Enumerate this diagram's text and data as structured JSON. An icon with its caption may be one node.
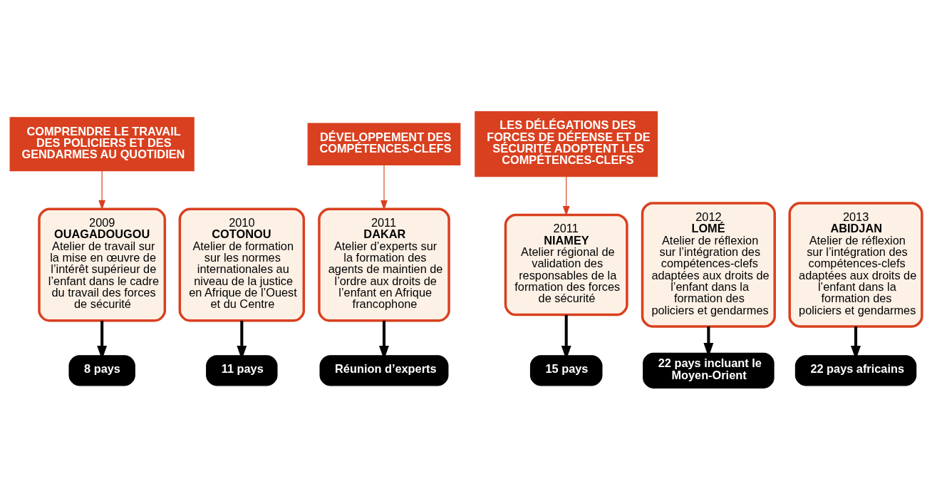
{
  "diagram": {
    "nodes": [
      {
        "text": [
          "COMPRENDRE LE TRAVAIL DES POLICIERS ET DES GENDARMES AU QUOTIDIEN"
        ]
      },
      {
        "text": [
          "DÉVELOPPEMENT DES COMPÉTENCES-CLEFS"
        ]
      },
      {
        "text": [
          "LES DÉLÉGATIONS DES FORCES DE DÉFENSE ET DE SÉCURITÉ ADOPTENT LES COMPÉTENCES-CLEFS"
        ]
      },
      {
        "text": [
          "2009",
          "OUAGADOUGOU",
          "Atelier de travail sur la mise en œuvre de l’intérêt supérieur de l’enfant dans le cadre du travail des forces de sécurité"
        ]
      },
      {
        "text": [
          "2010",
          "COTONOU",
          "Atelier de formation sur les normes internationales au niveau de la justice en Afrique de l’Ouest et du Centre"
        ]
      },
      {
        "text": [
          "2011",
          "DAKAR",
          "Atelier d’experts sur la formation des agents de maintien de l’ordre aux droits de l’enfant en Afrique francophone"
        ]
      },
      {
        "text": [
          "2011",
          "NIAMEY",
          "Atelier régional de validation des responsables de la formation des forces de sécurité"
        ]
      },
      {
        "text": [
          "2012",
          "LOMÉ",
          "Atelier de réflexion sur l’intégration des compétences-clefs adaptées aux droits de l’enfant dans la formation des policiers et gendarmes"
        ]
      },
      {
        "text": [
          "2013",
          "ABIDJAN",
          "Atelier de réflexion sur l’intégration des compétences-clefs adaptées aux droits de l’enfant dans la formation des policiers et gendarmes"
        ]
      },
      {
        "text": [
          "8 pays"
        ]
      },
      {
        "text": [
          "11 pays"
        ]
      },
      {
        "text": [
          "Réunion d’experts"
        ]
      },
      {
        "text": [
          "15 pays"
        ]
      },
      {
        "text": [
          "22 pays incluant le Moyen-Orient"
        ]
      },
      {
        "text": [
          "22 pays africains"
        ]
      }
    ],
    "edges": [
      {
        "from": 0,
        "to": 3,
        "arrow": "to",
        "color": "#d9401f"
      },
      {
        "from": 1,
        "to": 5,
        "arrow": "to",
        "color": "#d9401f"
      },
      {
        "from": 2,
        "to": 6,
        "arrow": "to",
        "color": "#d9401f"
      },
      {
        "from": 3,
        "to": 9,
        "arrow": "to"
      },
      {
        "from": 4,
        "to": 10,
        "arrow": "to"
      },
      {
        "from": 5,
        "to": 11,
        "arrow": "to"
      },
      {
        "from": 6,
        "to": 12,
        "arrow": "to"
      },
      {
        "from": 7,
        "to": 13,
        "arrow": "to"
      },
      {
        "from": 8,
        "to": 14,
        "arrow": "to"
      }
    ]
  }
}
